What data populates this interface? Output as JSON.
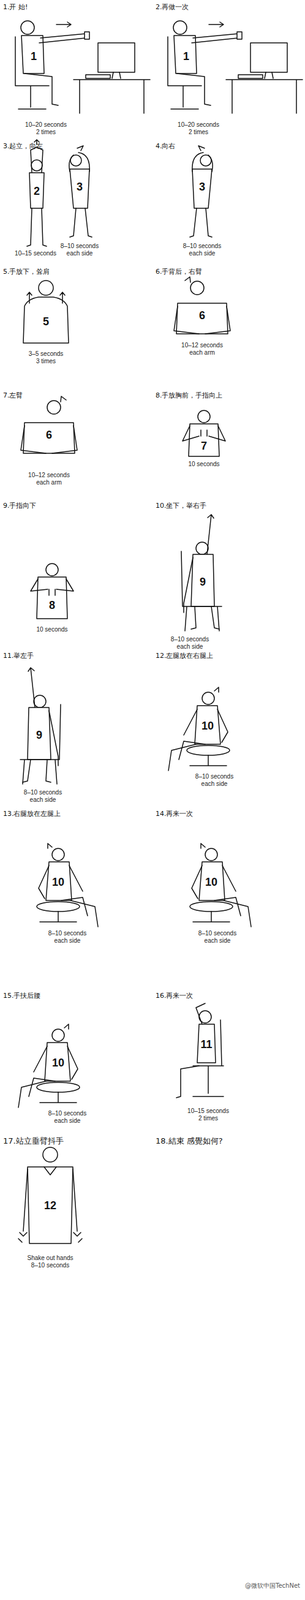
{
  "diagram": {
    "labels": [
      "1.开 始!",
      "1",
      "10–20 seconds 2 times",
      "2.再做一次",
      "1",
      "10–20 seconds 2 times",
      "3.起立，向左",
      "2",
      "3",
      "10–15 seconds",
      "8–10 seconds each side",
      "4.向右",
      "3",
      "8–10 seconds each side",
      "5.手放下，耸肩",
      "5",
      "3–5 seconds 3 times",
      "6.手背后，右臂",
      "6",
      "10–12 seconds each arm",
      "7.左臂",
      "6",
      "10–12 seconds each arm",
      "8.手放胸前，手指向上",
      "7",
      "10 seconds",
      "9.手指向下",
      "8",
      "10 seconds",
      "10.坐下，举右手",
      "9",
      "8–10 seconds each side",
      "11.举左手",
      "9",
      "8–10 seconds each side",
      "12.左腿放在右腿上",
      "10",
      "8–10 seconds each side",
      "13.右腿放在左腿上",
      "10",
      "8–10 seconds each side",
      "14.再来一次",
      "10",
      "8–10 seconds each side",
      "15.手扶后腰",
      "10",
      "8–10 seconds each side",
      "16.再来一次",
      "11",
      "10–15 seconds 2 times",
      "17.站立垂臂抖手",
      "12",
      "Shake out hands 8–10 seconds",
      "18.結束 感覺如何?",
      "@微软中国TechNet"
    ]
  }
}
